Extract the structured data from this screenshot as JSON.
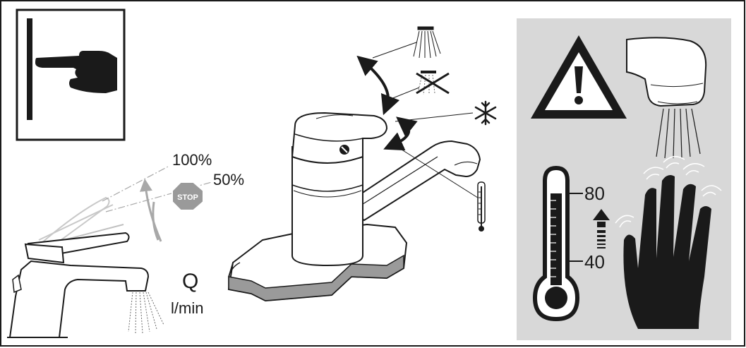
{
  "diagram": {
    "labels": {
      "full_flow": "100%",
      "half_flow": "50%",
      "stop_sign": "STOP",
      "flow_symbol": "Q",
      "flow_unit": "l/min",
      "temp_high": "80",
      "temp_low": "40"
    },
    "colors": {
      "ink": "#1a1a1a",
      "grey_panel": "#d8d8d8",
      "stop_sign": "#9a9a9a",
      "flow_arrow": "#a8a8a8"
    }
  }
}
